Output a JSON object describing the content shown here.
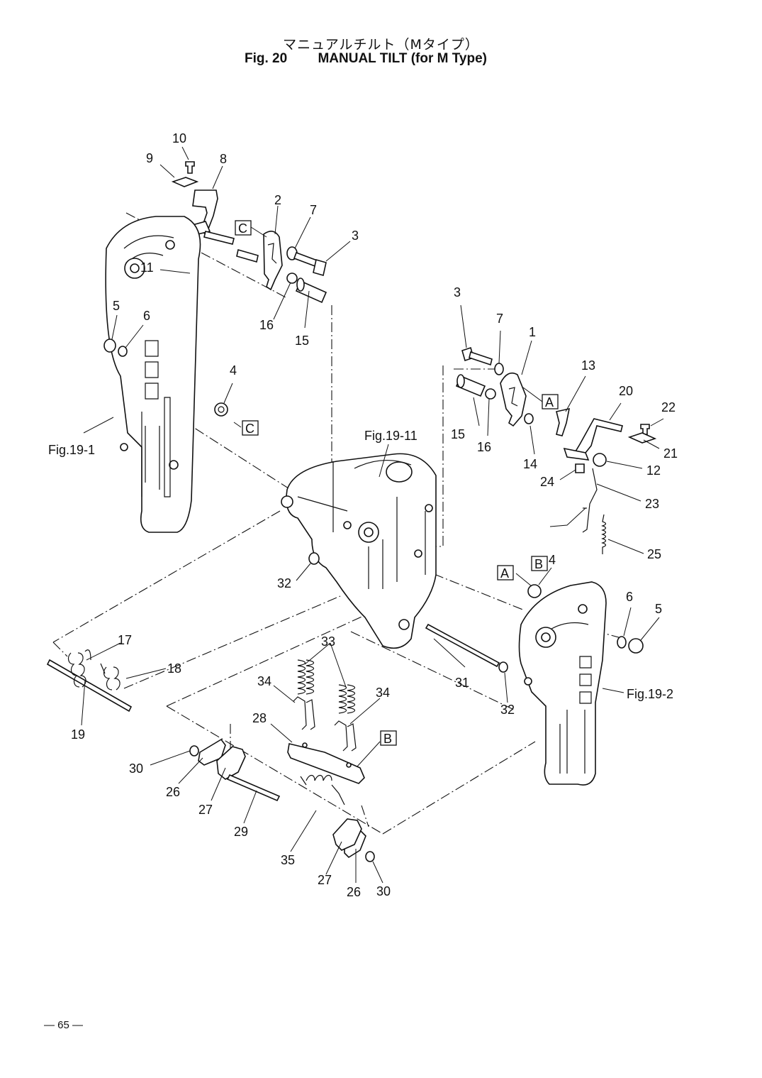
{
  "header": {
    "title_jp": "マニュアルチルト（Mタイプ）",
    "fig_number": "Fig. 20",
    "title_en": "MANUAL TILT (for M Type)"
  },
  "references": {
    "fig_19_1": "Fig.19-1",
    "fig_19_11": "Fig.19-11",
    "fig_19_2": "Fig.19-2"
  },
  "connectors": {
    "a": "A",
    "b": "B",
    "c": "C"
  },
  "callouts": [
    "1",
    "2",
    "3",
    "4",
    "5",
    "6",
    "7",
    "8",
    "9",
    "10",
    "11",
    "12",
    "13",
    "14",
    "15",
    "16",
    "17",
    "18",
    "19",
    "20",
    "21",
    "22",
    "23",
    "24",
    "25",
    "26",
    "27",
    "28",
    "29",
    "30",
    "31",
    "32",
    "33",
    "34",
    "35"
  ],
  "footer": {
    "page_number": "— 65 —"
  }
}
